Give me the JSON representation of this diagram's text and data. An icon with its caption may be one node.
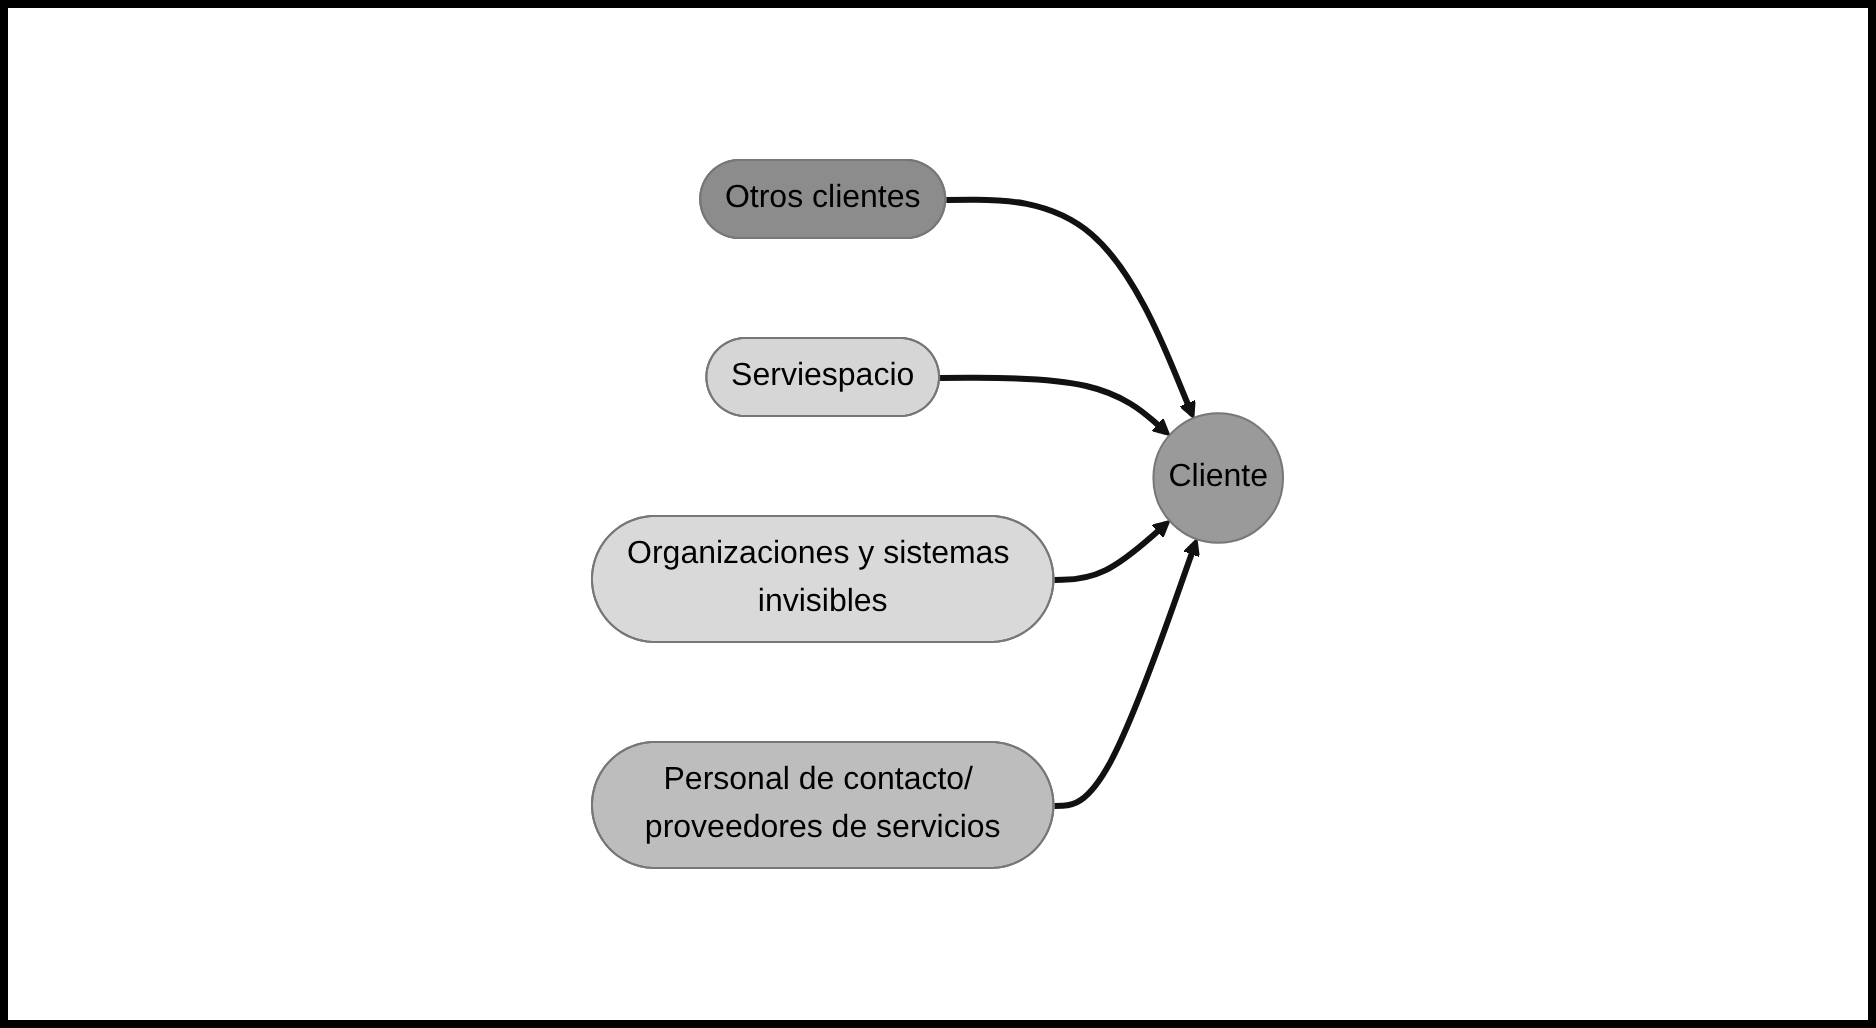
{
  "diagram": {
    "nodes": [
      {
        "text": [
          "Otros clientes"
        ]
      },
      {
        "text": [
          "Serviespacio"
        ]
      },
      {
        "text": [
          "Cliente"
        ]
      },
      {
        "text": [
          "Organizaciones y sistemas invisibles"
        ]
      },
      {
        "text": [
          "Personal de contacto/ proveedores de servicios"
        ]
      }
    ],
    "edges": [
      {
        "from": 0,
        "to": 2,
        "arrow": "to"
      },
      {
        "from": 1,
        "to": 2,
        "arrow": "to"
      },
      {
        "from": 3,
        "to": 2,
        "arrow": "to"
      },
      {
        "from": 4,
        "to": 2,
        "arrow": "to"
      }
    ]
  }
}
